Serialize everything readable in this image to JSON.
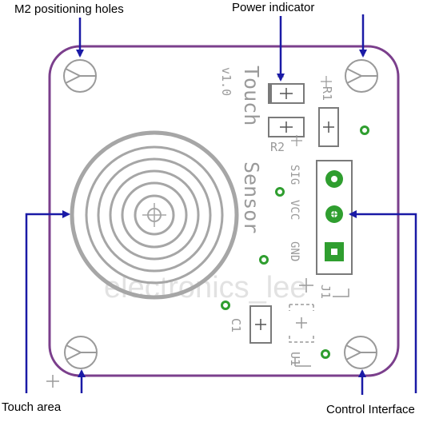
{
  "callouts": {
    "m2_holes": "M2 positioning holes",
    "power_indicator": "Power indicator",
    "touch_area": "Touch area",
    "control_interface": "Control Interface"
  },
  "silkscreen": {
    "title_line1": "Touch",
    "title_line2": "Sensor",
    "version": "v1.0",
    "r1": "R1",
    "r2": "R2",
    "c1": "C1",
    "u1": "U1",
    "j1": "J1",
    "pin_sig": "SIG",
    "pin_vcc": "VCC",
    "pin_gnd": "GND",
    "pad_plus": "+"
  },
  "watermark": "electronics_lee",
  "colors": {
    "board_outline": "#7b3f8c",
    "arrow": "#1a1aa6",
    "pad_green": "#2f9e2f",
    "silk_gray": "#9a9a9a"
  }
}
